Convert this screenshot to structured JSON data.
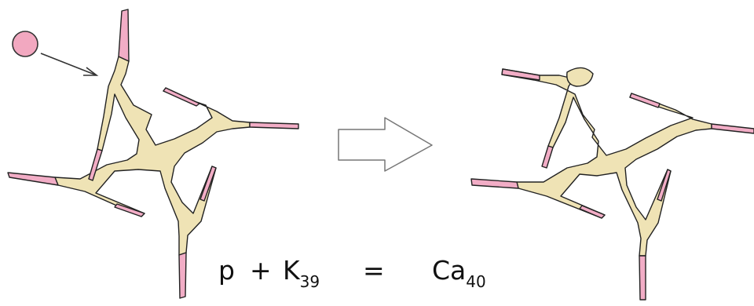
{
  "equation": {
    "proton": "p",
    "plus": "+",
    "reactant_symbol": "K",
    "reactant_mass": "39",
    "equals": "=",
    "product_symbol": "Ca",
    "product_mass": "40"
  },
  "colors": {
    "body_fill": "#efe3b5",
    "tip_fill": "#f2adc6",
    "outline": "#222222",
    "proton_fill": "#f2a8c0",
    "arrow_fill": "#ffffff",
    "arrow_stroke": "#777777"
  }
}
